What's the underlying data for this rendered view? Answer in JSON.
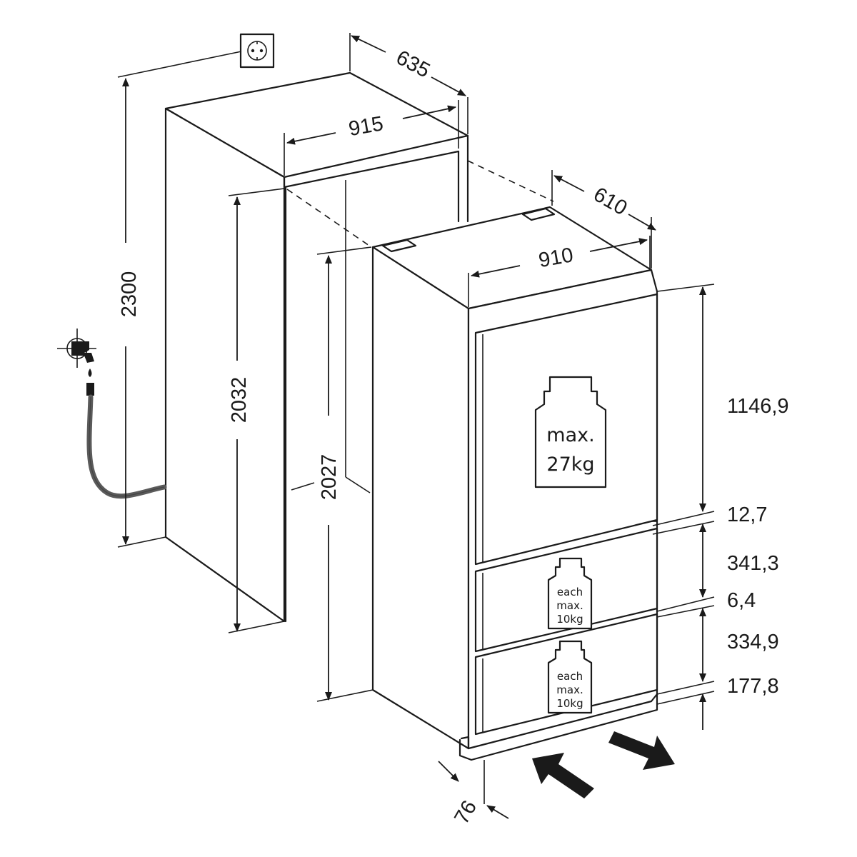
{
  "niche": {
    "depth": "635",
    "width": "915",
    "height_outer": "2300",
    "height_inner": "2032"
  },
  "appliance": {
    "depth": "610",
    "width": "910",
    "height": "2027",
    "plinth_depth": "76"
  },
  "front_heights": {
    "fridge_door": "1146,9",
    "gap_1": "12,7",
    "drawer_1": "341,3",
    "gap_2": "6,4",
    "drawer_2": "334,9",
    "plinth": "177,8"
  },
  "load_limits": {
    "door": {
      "line1": "max.",
      "line2": "27kg"
    },
    "drawer_1": {
      "line1": "each",
      "line2": "max.",
      "line3": "10kg"
    },
    "drawer_2": {
      "line1": "each",
      "line2": "max.",
      "line3": "10kg"
    }
  },
  "icons": [
    "power-socket-icon",
    "water-tap-icon",
    "weight-icon",
    "ventilation-arrow-icon"
  ]
}
